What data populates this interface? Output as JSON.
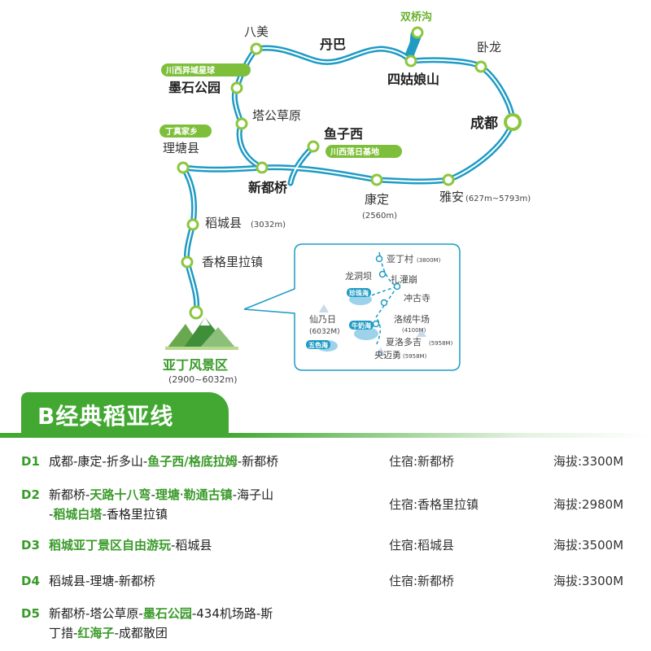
{
  "map": {
    "places": {
      "shuangqiaogou": "双桥沟",
      "bamei": "八美",
      "danba": "丹巴",
      "wolong": "卧龙",
      "siguniangshan": "四姑娘山",
      "moshigongyuan": "墨石公园",
      "tagongcaoyuan": "塔公草原",
      "chengdu": "成都",
      "yuzixi": "鱼子西",
      "litang": "理塘县",
      "xinduqiao": "新都桥",
      "kangding": "康定",
      "kangding_alt": "(2560m)",
      "yaan": "雅安",
      "yaan_alt": "(627m~5793m)",
      "daocheng": "稻城县",
      "daocheng_alt": "(3032m)",
      "xianggelila": "香格里拉镇",
      "yading": "亚丁风景区",
      "yading_alt": "(2900~6032m)"
    },
    "tags": {
      "moshi_tag": "川西异域星球",
      "litang_tag": "丁真家乡",
      "yuzixi_tag": "川西落日基地"
    },
    "inset": {
      "yadingcun": "亚丁村",
      "yadingcun_alt": "(3800M)",
      "longtongba": "龙洞坝",
      "zhaguanbeng": "扎灌崩",
      "chonggusi": "冲古寺",
      "zhenzhuhai": "珍珠海",
      "xiannairi": "仙乃日",
      "xiannairi_alt": "(6032M)",
      "luorongniuchang": "洛绒牛场",
      "luorong_alt": "(4100M)",
      "niunaihai": "牛奶海",
      "xialuoduoji": "夏洛多吉",
      "xialuo_alt": "(5958M)",
      "wusehai": "五色海",
      "yangmaiyong": "央迈勇",
      "yangmai_alt": "(5958M)"
    },
    "colors": {
      "route": "#1f9bc4",
      "node": "#8cc63f",
      "tag": "#7dbf3a"
    }
  },
  "banner": {
    "title": "B经典稻亚线"
  },
  "itinerary": [
    {
      "day": "D1",
      "line1": [
        {
          "t": "成都-康定-折多山-",
          "h": false
        },
        {
          "t": "鱼子西/格底拉姆",
          "h": true
        },
        {
          "t": "-新都桥",
          "h": false
        }
      ],
      "line2": [],
      "lodging": "住宿:新都桥",
      "altitude": "海拔:3300M"
    },
    {
      "day": "D2",
      "line1": [
        {
          "t": "新都桥-",
          "h": false
        },
        {
          "t": "天路十八弯",
          "h": true
        },
        {
          "t": "-",
          "h": false
        },
        {
          "t": "理塘",
          "h": true
        },
        {
          "t": "·",
          "h": false
        },
        {
          "t": "勒通古镇",
          "h": true
        },
        {
          "t": "-海子山",
          "h": false
        }
      ],
      "line2": [
        {
          "t": "-",
          "h": false
        },
        {
          "t": "稻城白塔",
          "h": true
        },
        {
          "t": "-香格里拉镇",
          "h": false
        }
      ],
      "lodging": "住宿:香格里拉镇",
      "altitude": "海拔:2980M"
    },
    {
      "day": "D3",
      "line1": [
        {
          "t": "稻城亚丁景区自由游玩",
          "h": true
        },
        {
          "t": "-稻城县",
          "h": false
        }
      ],
      "line2": [],
      "lodging": "住宿:稻城县",
      "altitude": "海拔:3500M"
    },
    {
      "day": "D4",
      "line1": [
        {
          "t": "稻城县-理塘-新都桥",
          "h": false
        }
      ],
      "line2": [],
      "lodging": "住宿:新都桥",
      "altitude": "海拔:3300M"
    },
    {
      "day": "D5",
      "line1": [
        {
          "t": "新都桥-塔公草原-",
          "h": false
        },
        {
          "t": "墨石公园",
          "h": true
        },
        {
          "t": "-434机场路-斯",
          "h": false
        }
      ],
      "line2": [
        {
          "t": "丁措-",
          "h": false
        },
        {
          "t": "红海子",
          "h": true
        },
        {
          "t": "-成都散团",
          "h": false
        }
      ],
      "lodging": "",
      "altitude": ""
    }
  ]
}
